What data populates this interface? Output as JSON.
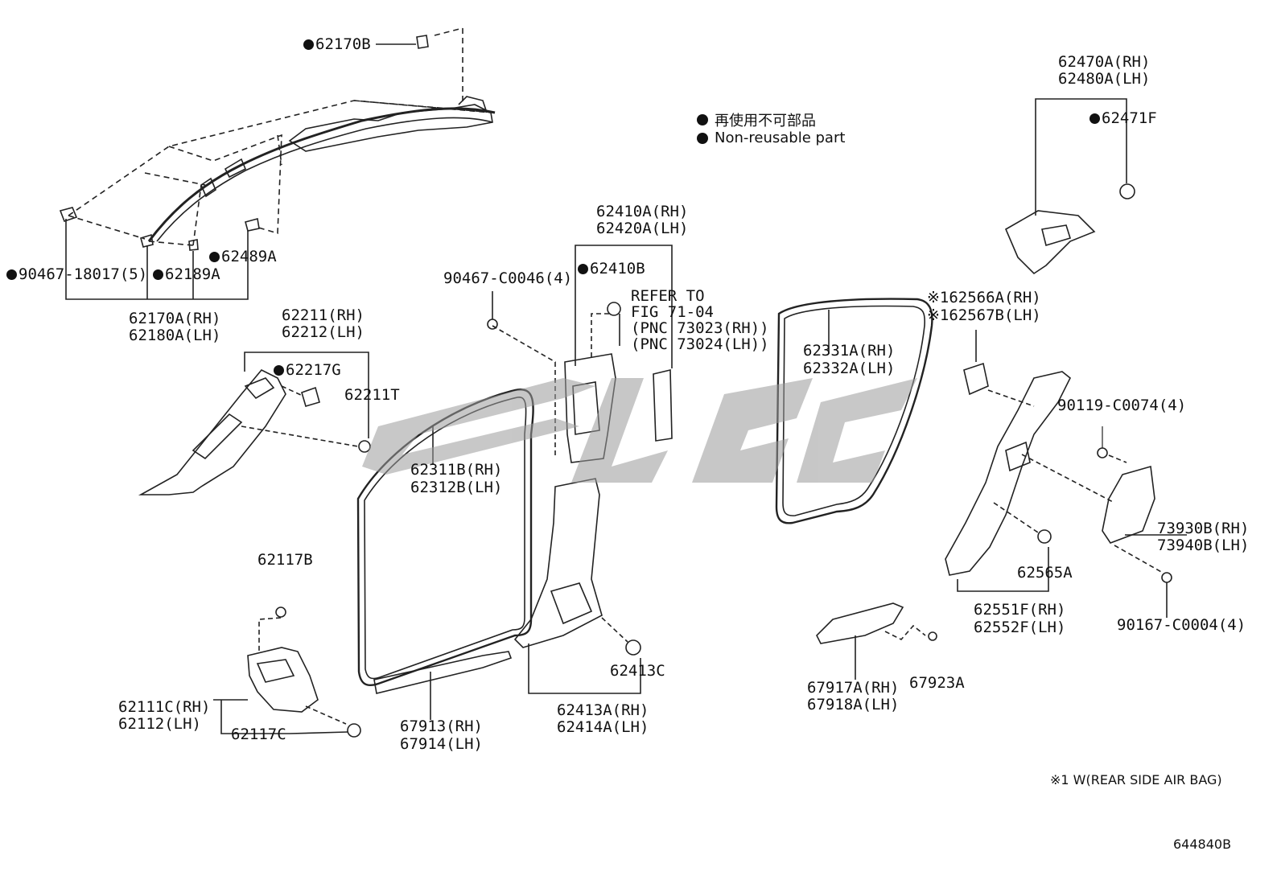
{
  "legend": {
    "line1": "再使用不可部品",
    "line2": "Non-reusable part"
  },
  "watermark": "",
  "footnote": "※1 W(REAR SIDE AIR BAG)",
  "figure_id": "644840B",
  "labels": {
    "p62170B": "62170B",
    "p90467_18017": "90467-18017(5)",
    "p62189A": "62189A",
    "p62489A": "62489A",
    "p62170A_rh": "62170A(RH)",
    "p62180A_lh": "62180A(LH)",
    "p62211_rh": "62211(RH)",
    "p62212_lh": "62212(LH)",
    "p62217G": "62217G",
    "p62211T": "62211T",
    "p62117B": "62117B",
    "p62111C_rh": "62111C(RH)",
    "p62112_lh": "62112(LH)",
    "p62117C": "62117C",
    "p62311B_rh": "62311B(RH)",
    "p62312B_lh": "62312B(LH)",
    "p67913_rh": "67913(RH)",
    "p67914_lh": "67914(LH)",
    "p90467_C0046": "90467-C0046(4)",
    "p62410A_rh": "62410A(RH)",
    "p62420A_lh": "62420A(LH)",
    "p62410B": "62410B",
    "refer1": "REFER TO",
    "refer2": "FIG 71-04",
    "refer3": "(PNC 73023(RH))",
    "refer4": "(PNC 73024(LH))",
    "p62413C": "62413C",
    "p62413A_rh": "62413A(RH)",
    "p62414A_lh": "62414A(LH)",
    "p62331A_rh": "62331A(RH)",
    "p62332A_lh": "62332A(LH)",
    "p67917A_rh": "67917A(RH)",
    "p67918A_lh": "67918A(LH)",
    "p67923A": "67923A",
    "p62470A_rh": "62470A(RH)",
    "p62480A_lh": "62480A(LH)",
    "p62471F": "62471F",
    "p62566A_rh": "※162566A(RH)",
    "p62567B_lh": "※162567B(LH)",
    "p90119_C0074": "90119-C0074(4)",
    "p73930B_rh": "73930B(RH)",
    "p73940B_lh": "73940B(LH)",
    "p62565A": "62565A",
    "p62551F_rh": "62551F(RH)",
    "p62552F_lh": "62552F(LH)",
    "p90167_C0004": "90167-C0004(4)"
  }
}
